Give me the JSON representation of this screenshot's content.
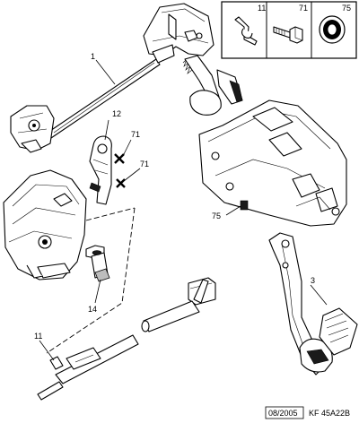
{
  "callouts": {
    "p1": "1",
    "p3": "3",
    "p11": "11",
    "p12": "12",
    "p14": "14",
    "p71a": "71",
    "p71b": "71",
    "p75": "75"
  },
  "inset": {
    "p11": "11",
    "p71": "71",
    "p75": "75"
  },
  "footer": {
    "date": "08/2005",
    "code": "KF 45A22B"
  }
}
